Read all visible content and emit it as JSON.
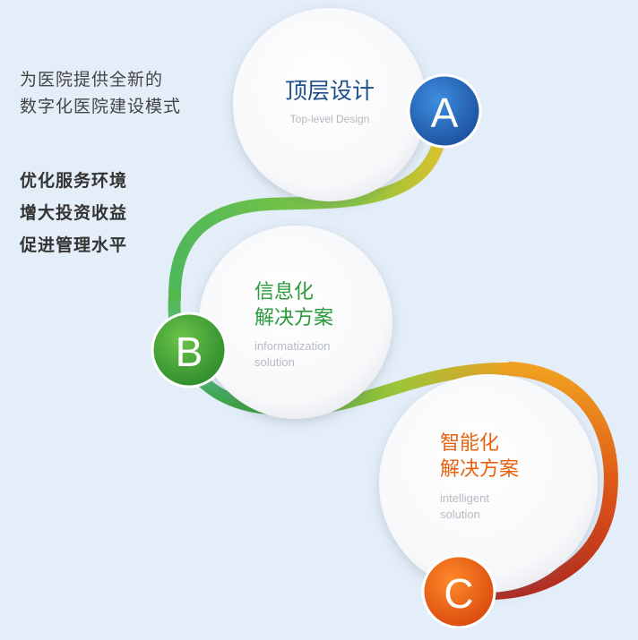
{
  "intro_lines": [
    "为医院提供全新的",
    "数字化医院建设模式"
  ],
  "benefits": [
    "优化服务环境",
    "增大投资收益",
    "促进管理水平"
  ],
  "steps": [
    {
      "badge": "A",
      "title_lines": [
        "顶层设计"
      ],
      "subtitle_lines": [
        "Top-level Design"
      ],
      "title_color": "#1f4e8c",
      "badge_color": "#1f5fb0"
    },
    {
      "badge": "B",
      "title_lines": [
        "信息化",
        "解决方案"
      ],
      "subtitle_lines": [
        "informatization",
        "solution"
      ],
      "title_color": "#2a9a3a",
      "badge_color": "#3aa235"
    },
    {
      "badge": "C",
      "title_lines": [
        "智能化",
        "解决方案"
      ],
      "subtitle_lines": [
        "intelligent",
        "solution"
      ],
      "title_color": "#e8620f",
      "badge_color": "#e8620f"
    }
  ],
  "colors": {
    "background": "#e4eef8",
    "ribbon_yellow": "#c8c330",
    "ribbon_green": "#3eab45",
    "ribbon_teal": "#5fbea6",
    "ribbon_orange": "#f0a020",
    "ribbon_red": "#c6371e"
  }
}
